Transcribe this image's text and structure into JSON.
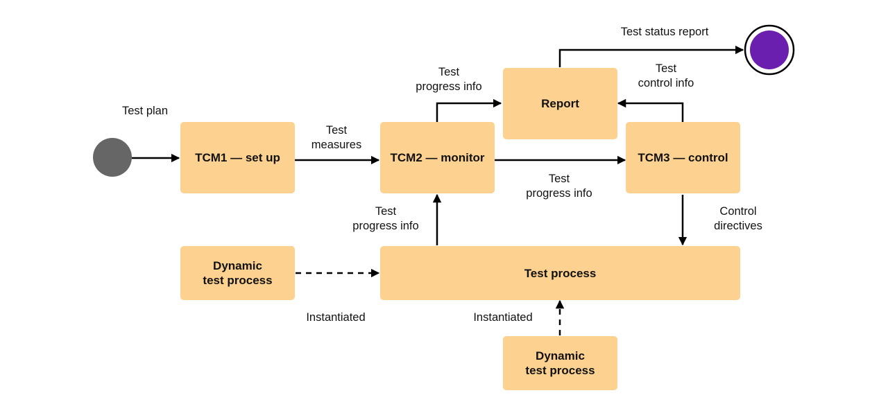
{
  "nodes": {
    "tcm1": "TCM1 — set up",
    "tcm2": "TCM2 — monitor",
    "tcm3": "TCM3 — control",
    "report": "Report",
    "test_process": "Test process",
    "dynamic_left": [
      "Dynamic",
      "test process"
    ],
    "dynamic_bottom": [
      "Dynamic",
      "test process"
    ]
  },
  "edges": {
    "start_to_tcm1": "Test plan",
    "tcm1_to_tcm2": [
      "Test",
      "measures"
    ],
    "tcm2_to_report": [
      "Test",
      "progress info"
    ],
    "tcm2_to_tcm3": [
      "Test",
      "progress info"
    ],
    "tcm3_to_report": [
      "Test",
      "control info"
    ],
    "report_to_end": "Test status report",
    "process_to_tcm2": [
      "Test",
      "progress info"
    ],
    "tcm3_to_process": [
      "Control",
      "directives"
    ],
    "dynamic_left_to_process": "Instantiated",
    "dynamic_bottom_to_process": "Instantiated"
  },
  "colors": {
    "box_fill": "#fdd18f",
    "start_node": "#666666",
    "end_node": "#6a1fae",
    "line": "#000000"
  }
}
